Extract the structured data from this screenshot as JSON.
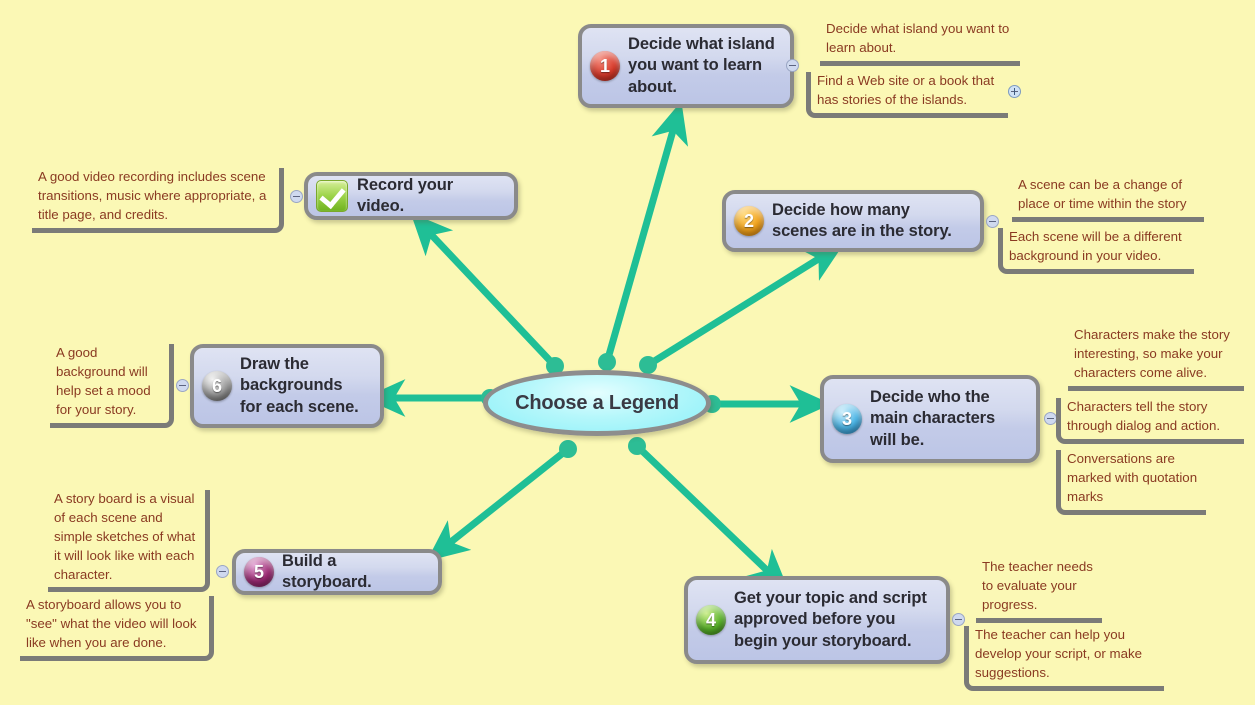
{
  "canvas": {
    "background_color": "#fbf8b5",
    "connector_color": "#1fbf96",
    "node_border_color": "#8a8a8a",
    "note_text_color": "#8a3a22",
    "note_rule_color": "#7b7b78"
  },
  "central_topic": {
    "text": "Choose a Legend",
    "fill_color": "#9df3f9"
  },
  "nodes": [
    {
      "id": "node-1",
      "label": "Decide what island you want to learn about.",
      "badge": "1",
      "badge_color": "red",
      "notes": [
        {
          "text": "Decide what island you want to learn about."
        },
        {
          "text": "Find a Web site or a book that has stories of the islands."
        }
      ]
    },
    {
      "id": "node-2",
      "label": "Decide how many scenes are in the story.",
      "badge": "2",
      "badge_color": "orange",
      "notes": [
        {
          "text": "A scene can be a change of place or time within the story"
        },
        {
          "text": "Each scene will be a different background in your video."
        }
      ]
    },
    {
      "id": "node-3",
      "label": "Decide who the main characters will be.",
      "badge": "3",
      "badge_color": "blue",
      "notes": [
        {
          "text": "Characters make the story interesting, so make your characters come alive."
        },
        {
          "text": "Characters tell the story through dialog and action."
        },
        {
          "text": "Conversations are marked with quotation marks"
        }
      ]
    },
    {
      "id": "node-4",
      "label": "Get your topic and script approved before you begin your storyboard.",
      "badge": "4",
      "badge_color": "green",
      "notes": [
        {
          "text": "The teacher needs to evaluate your progress."
        },
        {
          "text": "The teacher can help you develop your script, or make suggestions."
        }
      ]
    },
    {
      "id": "node-5",
      "label": "Build a storyboard.",
      "badge": "5",
      "badge_color": "purple",
      "notes": [
        {
          "text": "A story board is a visual of each scene and simple sketches of what it will look like with each character."
        },
        {
          "text": "A storyboard allows you to \"see\" what the video will look like when you are done."
        }
      ]
    },
    {
      "id": "node-6",
      "label": "Draw the backgrounds for each scene.",
      "badge": "6",
      "badge_color": "silver",
      "notes": [
        {
          "text": "A good background will help set a mood for your story."
        }
      ]
    },
    {
      "id": "node-7",
      "label": "Record your video.",
      "badge": "check",
      "badge_color": "green-check",
      "notes": [
        {
          "text": "A good video recording includes scene transitions, music where appropriate, a title page, and credits."
        }
      ]
    }
  ],
  "handles": {
    "collapse_symbol": "−",
    "expand_symbol": "+"
  }
}
